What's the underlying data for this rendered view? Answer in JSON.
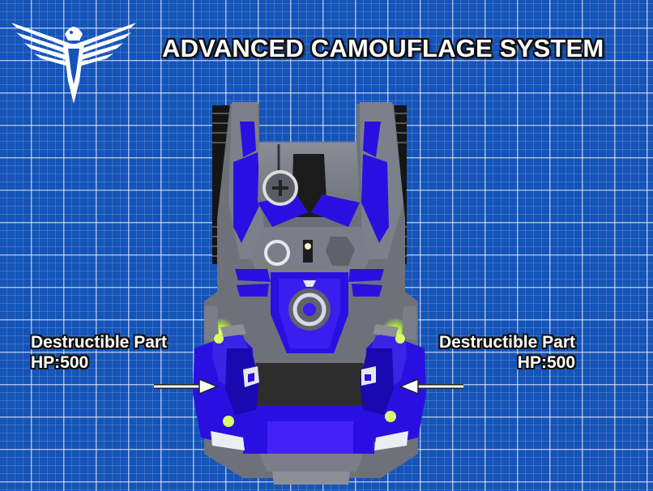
{
  "title": "ADVANCED CAMOUFLAGE SYSTEM",
  "logo_icon": "eagle-emblem-icon",
  "unit": "hover-tank-top-view",
  "callouts": {
    "left": {
      "name": "Destructible Part",
      "hp": "HP:500"
    },
    "right": {
      "name": "Destructible Part",
      "hp": "HP:500"
    }
  },
  "colors": {
    "background": "#1554b8",
    "armor_gray": "#7c7f88",
    "armor_blue": "#2a10e0",
    "thruster_glow": "#b8f040",
    "text": "#ffffff"
  }
}
